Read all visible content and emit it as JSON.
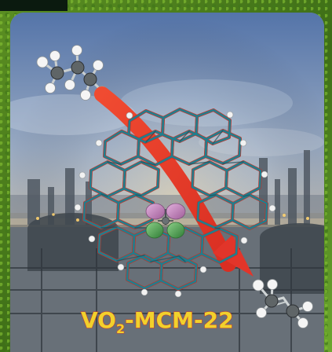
{
  "figure": {
    "formula": {
      "prefix": "VO",
      "subscript": "2",
      "suffix": "-MCM-22"
    }
  },
  "colors": {
    "background_green": "#5b8f22",
    "panel_blue": "#6f88a7",
    "framework_teal": "#1e7f8f",
    "framework_red": "#b9372d",
    "arrow_red": "#e2352a",
    "label_yellow": "#f1d12c",
    "label_outline": "#c73a2f",
    "atom_purple": "#b87ab2",
    "atom_green": "#4a9e4c",
    "atom_white": "#f5f5f5",
    "atom_gray": "#5f6567"
  },
  "icons": {
    "propane_molecule": "propane-molecule-icon",
    "ethylene_molecule": "ethylene-molecule-icon",
    "reaction_arrow": "reaction-arrow-icon"
  }
}
